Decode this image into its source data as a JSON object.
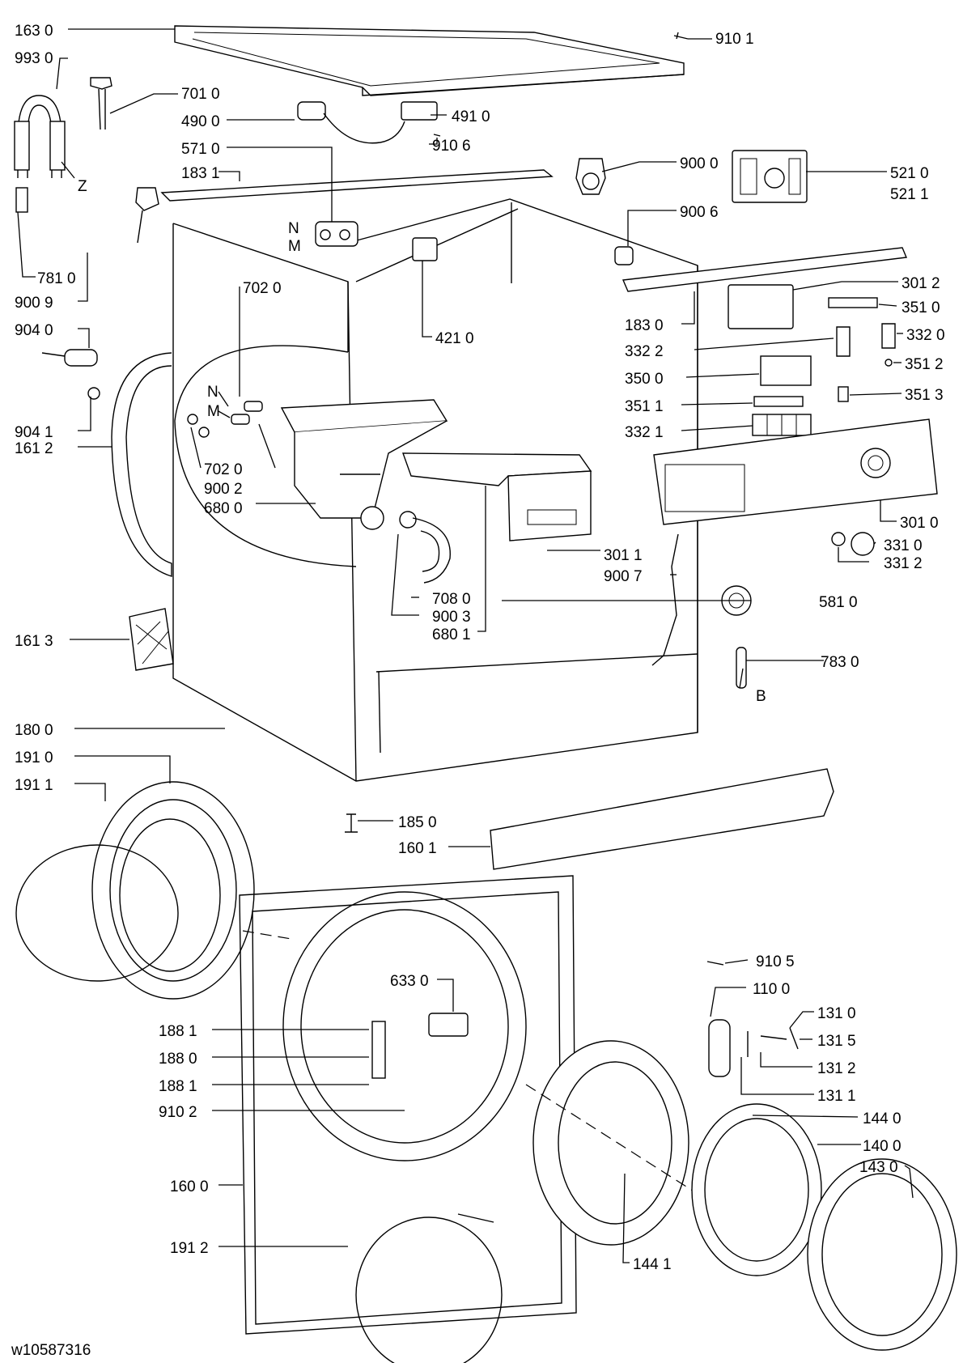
{
  "document": {
    "code": "w10587316"
  },
  "labels": [
    {
      "id": "l1630",
      "text": "163 0"
    },
    {
      "id": "l9930",
      "text": "993 0"
    },
    {
      "id": "l9101",
      "text": "910 1"
    },
    {
      "id": "l7010",
      "text": "701 0"
    },
    {
      "id": "l4900",
      "text": "490 0"
    },
    {
      "id": "l4910",
      "text": "491 0"
    },
    {
      "id": "l5710",
      "text": "571 0"
    },
    {
      "id": "l9106",
      "text": "910 6"
    },
    {
      "id": "l1831",
      "text": "183 1"
    },
    {
      "id": "l9000",
      "text": "900 0"
    },
    {
      "id": "l5210",
      "text": "521 0"
    },
    {
      "id": "l5211",
      "text": "521 1"
    },
    {
      "id": "lZ",
      "text": "Z"
    },
    {
      "id": "lN1",
      "text": "N"
    },
    {
      "id": "lM1",
      "text": "M"
    },
    {
      "id": "l9006",
      "text": "900 6"
    },
    {
      "id": "l7810",
      "text": "781 0"
    },
    {
      "id": "l9009",
      "text": "900 9"
    },
    {
      "id": "l7020a",
      "text": "702 0"
    },
    {
      "id": "l3012",
      "text": "301 2"
    },
    {
      "id": "l3510",
      "text": "351 0"
    },
    {
      "id": "l4210",
      "text": "421 0"
    },
    {
      "id": "l1830",
      "text": "183 0"
    },
    {
      "id": "l9040",
      "text": "904 0"
    },
    {
      "id": "l3322",
      "text": "332 2"
    },
    {
      "id": "l3320",
      "text": "332 0"
    },
    {
      "id": "l3512",
      "text": "351 2"
    },
    {
      "id": "l3500",
      "text": "350 0"
    },
    {
      "id": "l3513",
      "text": "351 3"
    },
    {
      "id": "lN2",
      "text": "N"
    },
    {
      "id": "lM2",
      "text": "M"
    },
    {
      "id": "l3511",
      "text": "351 1"
    },
    {
      "id": "l9041",
      "text": "904 1"
    },
    {
      "id": "l3321",
      "text": "332 1"
    },
    {
      "id": "l1612",
      "text": "161 2"
    },
    {
      "id": "l7020b",
      "text": "702 0"
    },
    {
      "id": "l9002",
      "text": "900 2"
    },
    {
      "id": "l6800",
      "text": "680 0"
    },
    {
      "id": "l3010",
      "text": "301 0"
    },
    {
      "id": "l3011",
      "text": "301 1"
    },
    {
      "id": "l3310",
      "text": "331 0"
    },
    {
      "id": "l9007",
      "text": "900 7"
    },
    {
      "id": "l3312",
      "text": "331 2"
    },
    {
      "id": "l7080",
      "text": "708 0"
    },
    {
      "id": "l5810",
      "text": "581 0"
    },
    {
      "id": "l9003",
      "text": "900 3"
    },
    {
      "id": "l1613",
      "text": "161 3"
    },
    {
      "id": "l6801",
      "text": "680 1"
    },
    {
      "id": "l7830",
      "text": "783 0"
    },
    {
      "id": "lB",
      "text": "B"
    },
    {
      "id": "l1800",
      "text": "180 0"
    },
    {
      "id": "l1910",
      "text": "191 0"
    },
    {
      "id": "l1911",
      "text": "191 1"
    },
    {
      "id": "l1850",
      "text": "185 0"
    },
    {
      "id": "l1601",
      "text": "160 1"
    },
    {
      "id": "l9105",
      "text": "910 5"
    },
    {
      "id": "l6330",
      "text": "633 0"
    },
    {
      "id": "l1100",
      "text": "110 0"
    },
    {
      "id": "l1310",
      "text": "131 0"
    },
    {
      "id": "l1881a",
      "text": "188 1"
    },
    {
      "id": "l1315",
      "text": "131 5"
    },
    {
      "id": "l1880",
      "text": "188 0"
    },
    {
      "id": "l1312",
      "text": "131 2"
    },
    {
      "id": "l1881b",
      "text": "188 1"
    },
    {
      "id": "l1311",
      "text": "131 1"
    },
    {
      "id": "l9102",
      "text": "910 2"
    },
    {
      "id": "l1440",
      "text": "144 0"
    },
    {
      "id": "l1400",
      "text": "140 0"
    },
    {
      "id": "l1430",
      "text": "143 0"
    },
    {
      "id": "l1600",
      "text": "160 0"
    },
    {
      "id": "l1912",
      "text": "191 2"
    },
    {
      "id": "l1441",
      "text": "144 1"
    }
  ]
}
